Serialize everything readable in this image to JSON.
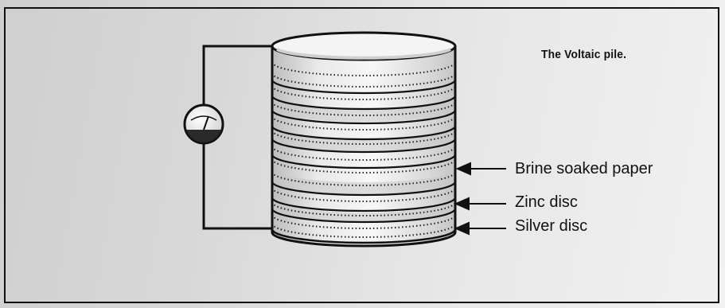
{
  "diagram": {
    "title": "The Voltaic pile.",
    "labels": {
      "brine": "Brine soaked paper",
      "zinc": "Zinc disc",
      "silver": "Silver disc"
    }
  },
  "colors": {
    "line": "#111111",
    "zinc": "#9a9a9a",
    "silver": "#f2f2f2",
    "paper": "#c6c6c6"
  }
}
